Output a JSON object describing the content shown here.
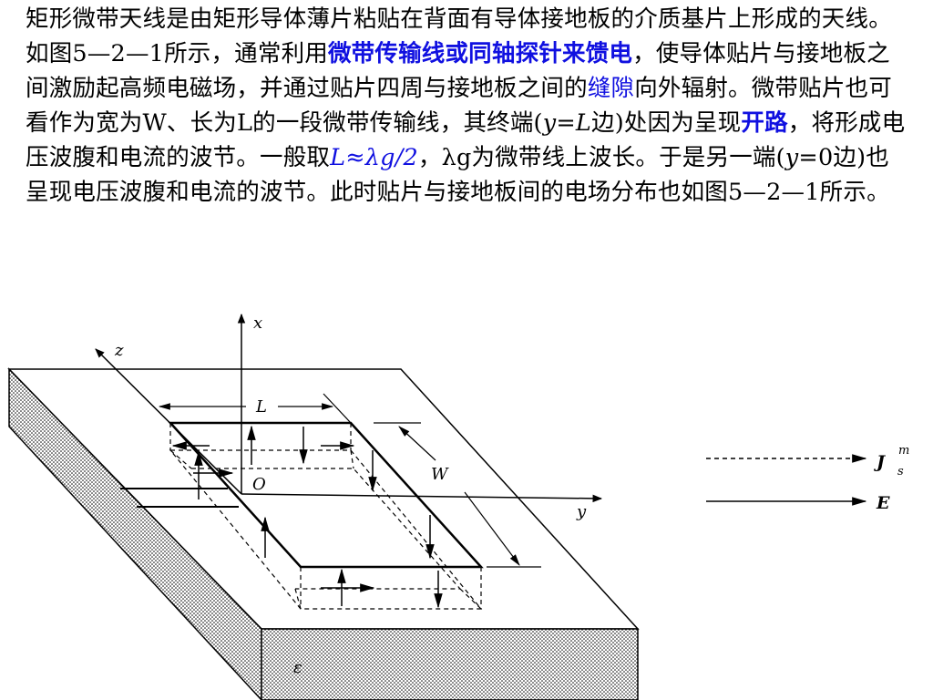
{
  "paragraph": {
    "s1": "矩形微带天线是由矩形导体薄片粘贴在背面有导体接地板的介质基片上形成的天线。如图5—2—1所示，通常利用",
    "feed_method": "微带传输线或同轴探针来馈电",
    "s2": "，使导体贴片与接地板之间激励起高频电磁场，并通过贴片四周与接地板之间的",
    "slot": "缝隙",
    "s3": "向外辐射。微带贴片也可看作为宽为W、长为L的一段微带传输线，其终端(",
    "y_var": "y",
    "eq": "=",
    "L_var": "L",
    "s4": "边)处因为呈现",
    "open_circuit": "开路",
    "s5": "，将形成电压波腹和电流的波节。一般取",
    "formula": "L≈λg/2",
    "s6": "，λg为微带线上波长。于是另一端(",
    "y_var2": "y",
    "s7": "=0边)也呈现电压波腹和电流的波节。此时贴片与接地板间的电场分布也如图5—2—1所示。"
  },
  "figure": {
    "axes": {
      "x": "x",
      "y": "y",
      "z": "z",
      "origin": "O"
    },
    "dims": {
      "length": "L",
      "width": "W"
    },
    "substrate": {
      "epsilon": "ε"
    },
    "legend": [
      {
        "label": "J",
        "sup": "m",
        "sub": "s",
        "style": "dashed"
      },
      {
        "label": "E",
        "style": "solid"
      }
    ]
  }
}
